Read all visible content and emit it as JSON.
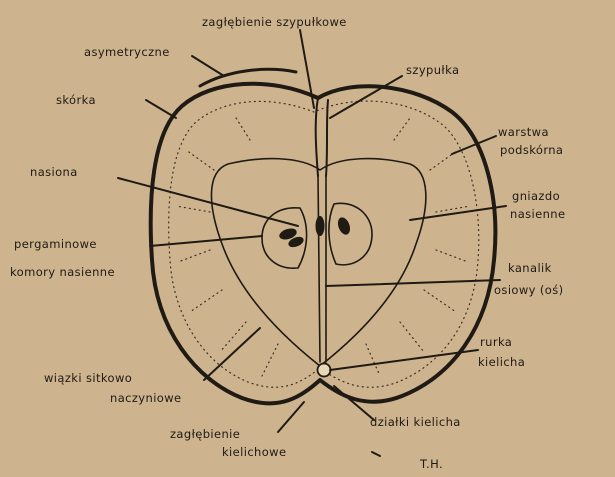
{
  "diagram": {
    "labels": {
      "zaglebienie_szypulkowe": "zagłębienie szypułkowe",
      "asymetryczne": "asymetryczne",
      "szypulka": "szypułka",
      "skorka": "skórka",
      "warstwa": "warstwa",
      "podskorna": "podskórna",
      "nasiona": "nasiona",
      "gniazdo": "gniazdo",
      "nasienne": "nasienne",
      "pergaminowe": "pergaminowe",
      "komory_nasienne": "komory nasienne",
      "kanalik": "kanalik",
      "osiowy": "osiowy (oś)",
      "rurka": "rurka",
      "kielicha": "kielicha",
      "wiazki": "wiązki sitkowo",
      "naczyniowe": "naczyniowe",
      "zaglebienie": "zagłębienie",
      "kielichowe": "kielichowe",
      "dzialki_kielicha": "działki kielicha",
      "signature": "T.H."
    }
  }
}
